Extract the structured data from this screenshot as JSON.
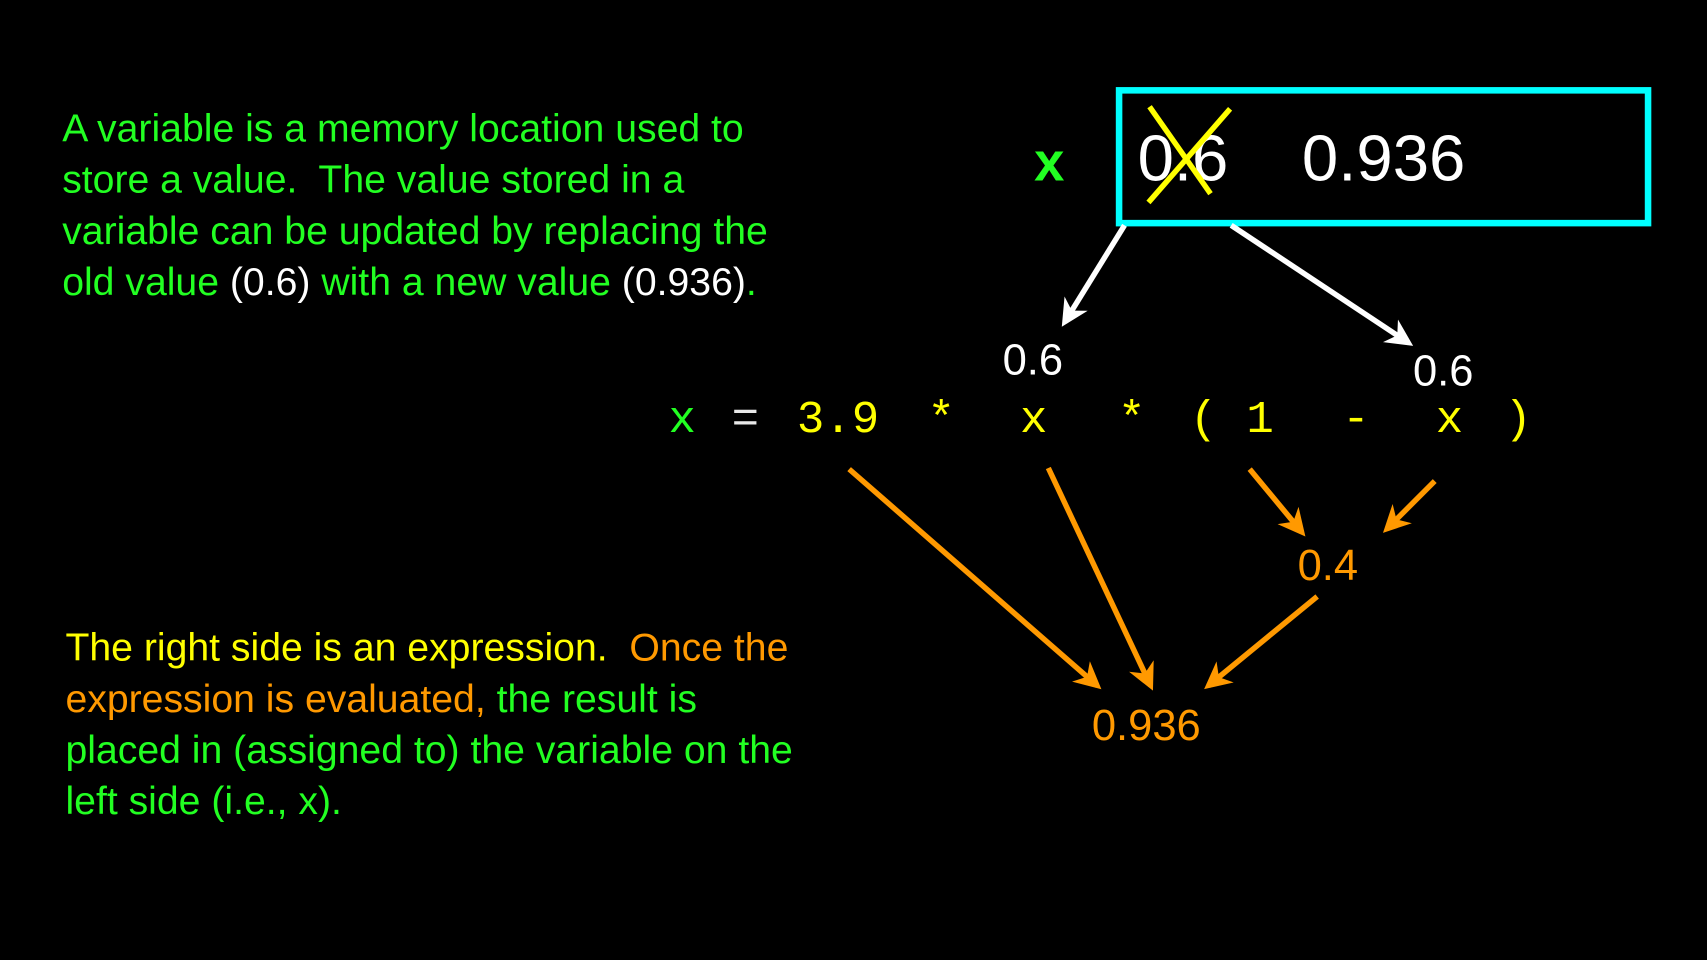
{
  "colors": {
    "green": "#22ff22",
    "yellow": "#ffff00",
    "orange": "#ff9900",
    "cyan": "#00ffff",
    "white": "#ffffff"
  },
  "definition": {
    "line1": "A variable is a memory location used to",
    "line2": "store a value.  The value stored in a",
    "line3": "variable can be updated by replacing the",
    "line4_a": "old value ",
    "line4_b": "(0.6)",
    "line4_c": " with a new value ",
    "line4_d": "(0.936)",
    "line4_e": "."
  },
  "explanation": {
    "line1_a": "The right side is an expression.  ",
    "line1_b": "Once the",
    "line2_a": "expression is evaluated,",
    "line2_b": " the result is",
    "line3": "placed in (assigned to) the variable on the",
    "line4": "left side (i.e., x)."
  },
  "variable_box": {
    "name": "x",
    "old_value": "0.6",
    "new_value": "0.936"
  },
  "read_labels": {
    "first_x": "0.6",
    "second_x": "0.6"
  },
  "equation": {
    "lhs": "x",
    "eq": "=",
    "const": "3.9",
    "mul1": "*",
    "x1": "x",
    "mul2": "*",
    "lparen": "(",
    "one": "1",
    "minus": "-",
    "x2": "x",
    "rparen": ")"
  },
  "intermediate": {
    "one_minus_x": "0.4",
    "result": "0.936"
  }
}
